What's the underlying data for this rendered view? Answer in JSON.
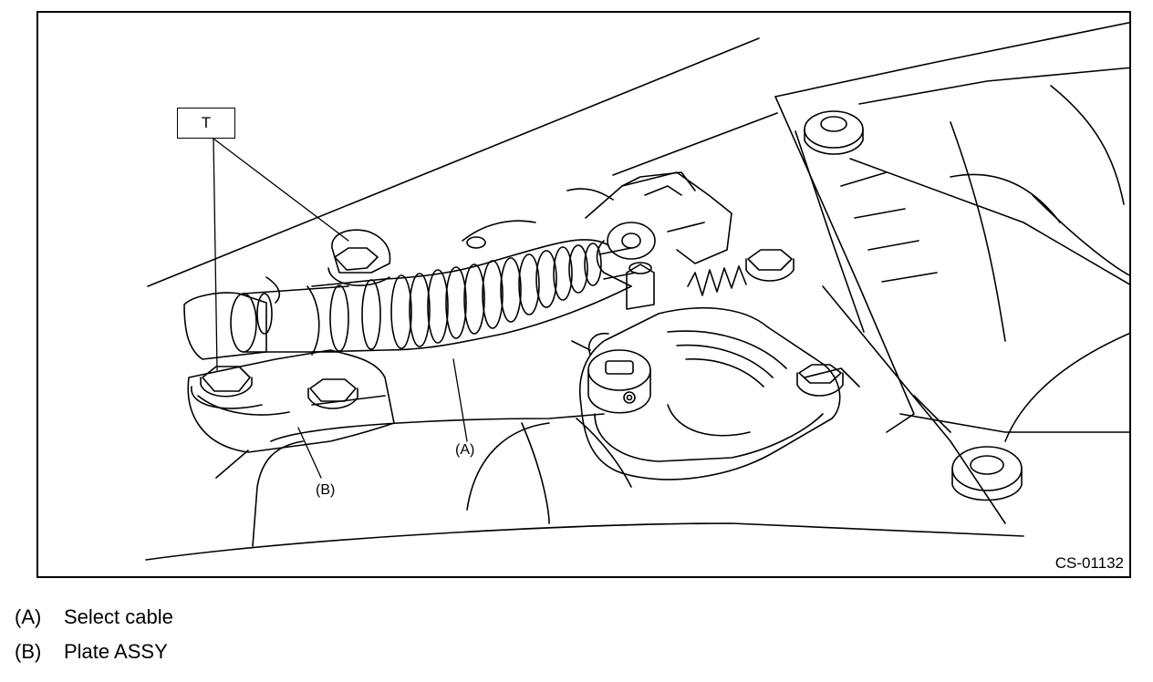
{
  "figure": {
    "torque_label": "T",
    "callout_a": "(A)",
    "callout_b": "(B)",
    "code": "CS-01132"
  },
  "legend": [
    {
      "key": "(A)",
      "text": "Select cable"
    },
    {
      "key": "(B)",
      "text": "Plate ASSY"
    }
  ]
}
